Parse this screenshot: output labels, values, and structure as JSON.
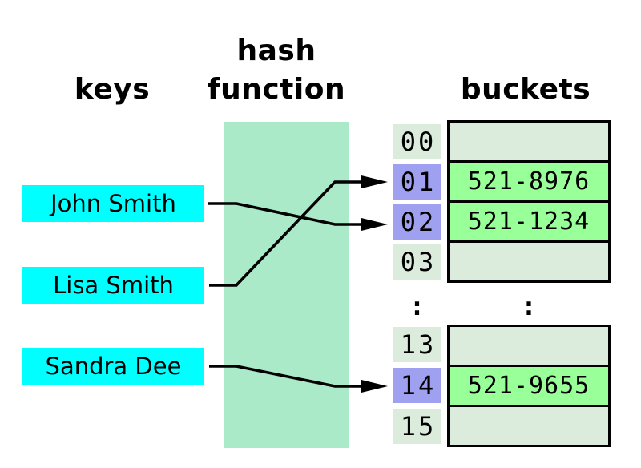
{
  "headings": {
    "keys": "keys",
    "hash_function": "hash function",
    "buckets": "buckets"
  },
  "keys": [
    {
      "label": "John Smith"
    },
    {
      "label": "Lisa Smith"
    },
    {
      "label": "Sandra Dee"
    }
  ],
  "index_column": {
    "upper": [
      {
        "label": "00",
        "highlighted": false
      },
      {
        "label": "01",
        "highlighted": true
      },
      {
        "label": "02",
        "highlighted": true
      },
      {
        "label": "03",
        "highlighted": false
      }
    ],
    "ellipsis": ":",
    "lower": [
      {
        "label": "13",
        "highlighted": false
      },
      {
        "label": "14",
        "highlighted": true
      },
      {
        "label": "15",
        "highlighted": false
      }
    ]
  },
  "bucket_column": {
    "upper": [
      {
        "value": "",
        "filled": false
      },
      {
        "value": "521-8976",
        "filled": true
      },
      {
        "value": "521-1234",
        "filled": true
      },
      {
        "value": "",
        "filled": false
      }
    ],
    "ellipsis": ":",
    "lower": [
      {
        "value": "",
        "filled": false
      },
      {
        "value": "521-9655",
        "filled": true
      },
      {
        "value": "",
        "filled": false
      }
    ]
  },
  "mappings": [
    {
      "key": "John Smith",
      "bucket_index": "02",
      "value": "521-1234"
    },
    {
      "key": "Lisa Smith",
      "bucket_index": "01",
      "value": "521-8976"
    },
    {
      "key": "Sandra Dee",
      "bucket_index": "14",
      "value": "521-9655"
    }
  ],
  "colors": {
    "key_box": "#00ffff",
    "hash_box": "#aaeac8",
    "index_highlight": "#a0a0f0",
    "index_empty": "#dcecdc",
    "bucket_filled": "#99ff99",
    "bucket_empty": "#dcecdc",
    "line": "#000000"
  }
}
